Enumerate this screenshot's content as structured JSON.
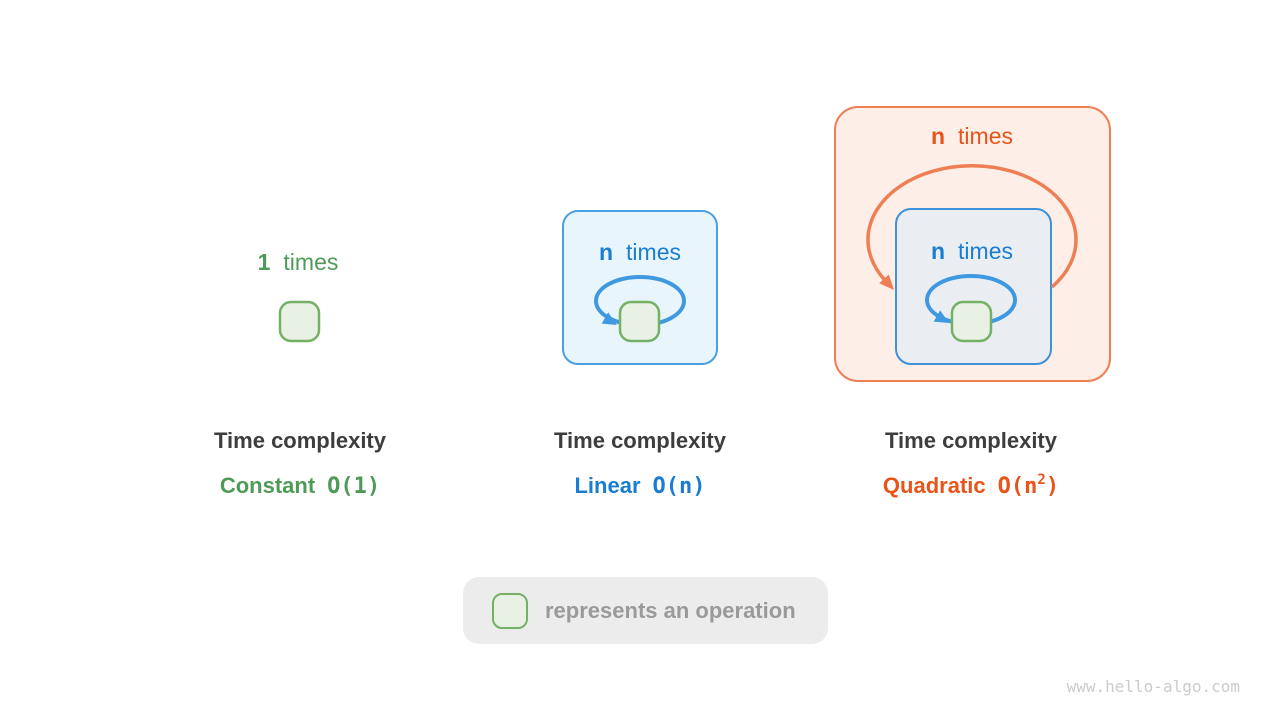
{
  "figure": {
    "watermark": "www.hello-algo.com"
  },
  "colors": {
    "green_text": "#4e9b58",
    "green_box_border": "#74b167",
    "green_box_fill": "#e9f1e4",
    "blue_text": "#1a7dd2",
    "blue_frame_border": "#4aa0e0",
    "blue_loop_stroke": "#3f99e0",
    "blue_frame_fill_light": "#e9f5fc",
    "blue_frame_fill_gray": "#eaeef3",
    "orange_text": "#e8541a",
    "orange_frame_border": "#ee7f55",
    "orange_frame_fill": "#fdeee7",
    "caption_text": "#3d3d3d",
    "legend_bg": "#ececec",
    "legend_text": "#9a9a9a",
    "watermark_text": "#cbcbcb"
  },
  "diagrams": [
    {
      "id": "constant",
      "count": "1",
      "count_unit": "times",
      "title": "Time complexity",
      "name": "Constant",
      "big_o": "O(1)"
    },
    {
      "id": "linear",
      "count": "n",
      "count_unit": "times",
      "title": "Time complexity",
      "name": "Linear",
      "big_o": "O(n)"
    },
    {
      "id": "quadratic",
      "outer_count": "n",
      "outer_count_unit": "times",
      "inner_count": "n",
      "inner_count_unit": "times",
      "title": "Time complexity",
      "name": "Quadratic",
      "big_o_open": "O(n",
      "big_o_sup": "2",
      "big_o_close": ")"
    }
  ],
  "legend": {
    "symbol": "operation-box",
    "label": "represents an operation"
  }
}
